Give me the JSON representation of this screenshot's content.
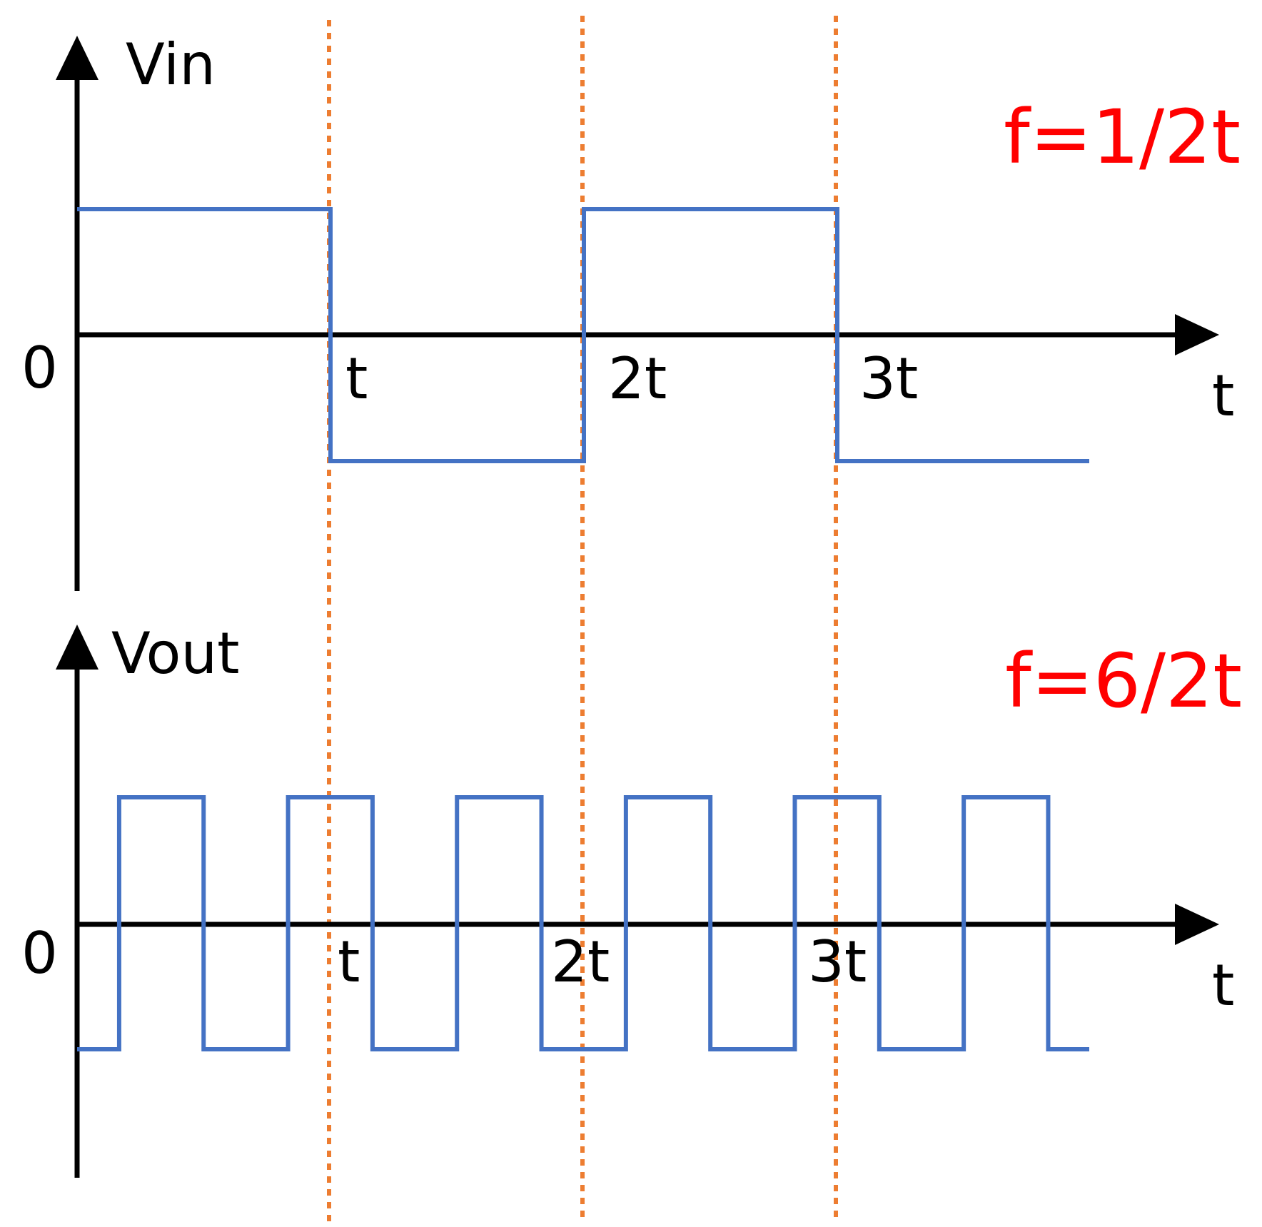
{
  "colors": {
    "axis": "#000000",
    "signal": "#4472C4",
    "guide": "#ED7D31",
    "frequency": "#FF0000"
  },
  "time_markers": [
    "t",
    "2t",
    "3t"
  ],
  "guide_style": "dotted",
  "panels": [
    {
      "id": "input",
      "y_axis_label": "Vin",
      "x_axis_label": "t",
      "origin_label": "0",
      "tick_labels": [
        "t",
        "2t",
        "3t"
      ],
      "frequency_label": "f=1/2t",
      "waveform": {
        "type": "square",
        "unit": "t",
        "start_level": "high",
        "half_period": 1,
        "duration": 4
      }
    },
    {
      "id": "output",
      "y_axis_label": "Vout",
      "x_axis_label": "t",
      "origin_label": "0",
      "tick_labels": [
        "t",
        "2t",
        "3t"
      ],
      "frequency_label": "f=6/2t",
      "waveform": {
        "type": "square",
        "unit": "t",
        "start_level": "low",
        "initial_low": 0.166,
        "half_period": 0.3333,
        "duration": 4
      }
    }
  ]
}
